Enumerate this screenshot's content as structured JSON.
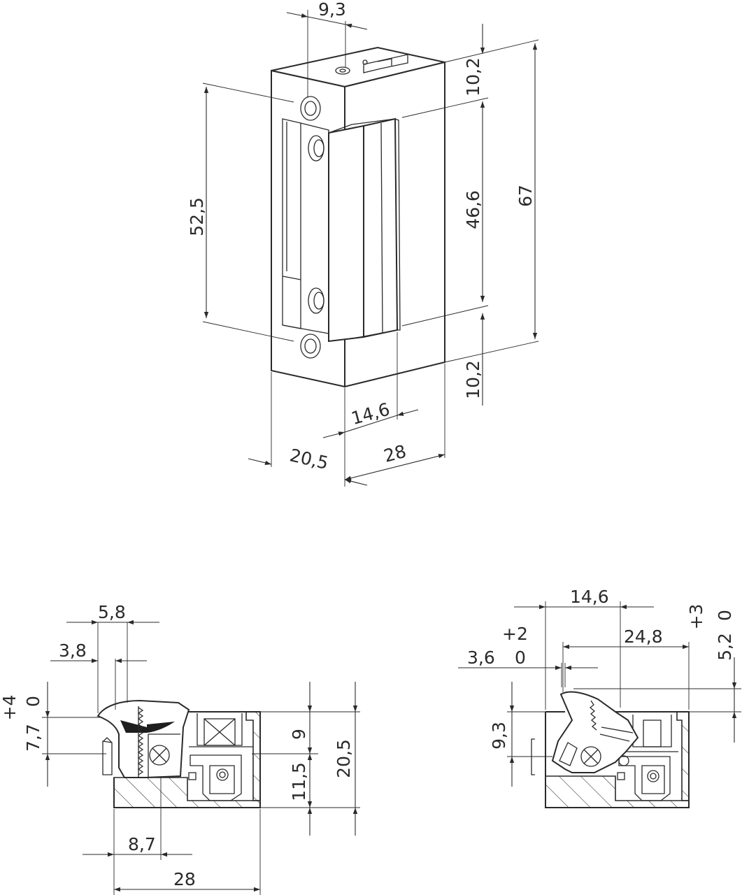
{
  "colors": {
    "line": "#2a2a2a",
    "background": "#ffffff"
  },
  "iso_view": {
    "dims": {
      "d_9_3": "9,3",
      "d_52_5": "52,5",
      "d_10_2_top": "10,2",
      "d_46_6": "46,6",
      "d_67": "67",
      "d_10_2_bottom": "10,2",
      "d_14_6": "14,6",
      "d_20_5": "20,5",
      "d_28": "28"
    }
  },
  "section_left": {
    "dims": {
      "d_5_8": "5,8",
      "d_3_8": "3,8",
      "d_plus4": "+4",
      "d_0": "0",
      "d_7_7": "7,7",
      "d_9": "9",
      "d_11_5": "11,5",
      "d_20_5": "20,5",
      "d_8_7": "8,7",
      "d_28": "28"
    }
  },
  "section_right": {
    "dims": {
      "d_14_6": "14,6",
      "d_plus2": "+2",
      "d_24_8": "24,8",
      "d_3_6": "3,6",
      "d_0": "0",
      "d_plus3": "+3",
      "d_0_b": "0",
      "d_5_2": "5,2",
      "d_9_3": "9,3"
    }
  }
}
